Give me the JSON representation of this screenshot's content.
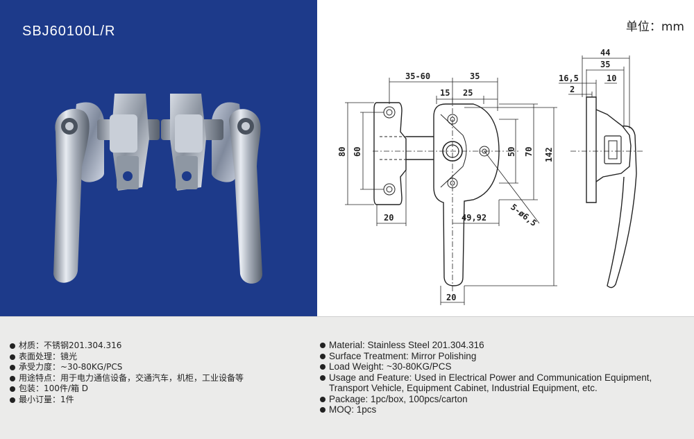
{
  "product": {
    "model": "SBJ60100L/R"
  },
  "drawing": {
    "unit_label": "单位：mm",
    "dimensions": {
      "d_35_60": "35-60",
      "d_35_top": "35",
      "d_15": "15",
      "d_25": "25",
      "d_80": "80",
      "d_60": "60",
      "d_50": "50",
      "d_70": "70",
      "d_142": "142",
      "d_20_left": "20",
      "d_49_92": "49,92",
      "d_holes": "5-ø6,5",
      "d_20_bottom": "20",
      "d_44": "44",
      "d_35_side": "35",
      "d_16_5": "16,5",
      "d_10": "10",
      "d_2": "2"
    }
  },
  "specs_cn": [
    "材质：不锈钢201.304.316",
    "表面处理：镜光",
    "承受力度：~30-80KG/PCS",
    "用途特点：用于电力通信设备，交通汽车，机柜，工业设备等",
    "包装：100件/箱 D",
    "最小订量：1件"
  ],
  "specs_en": [
    "Material: Stainless Steel 201.304.316",
    "Surface Treatment: Mirror Polishing",
    "Load Weight: ~30-80KG/PCS",
    "Usage and Feature: Used in Electrical Power and Communication Equipment,",
    "Transport Vehicle, Equipment Cabinet, Industrial Equipment, etc.",
    "Package: 1pc/box, 100pcs/carton",
    "MOQ: 1pcs"
  ]
}
